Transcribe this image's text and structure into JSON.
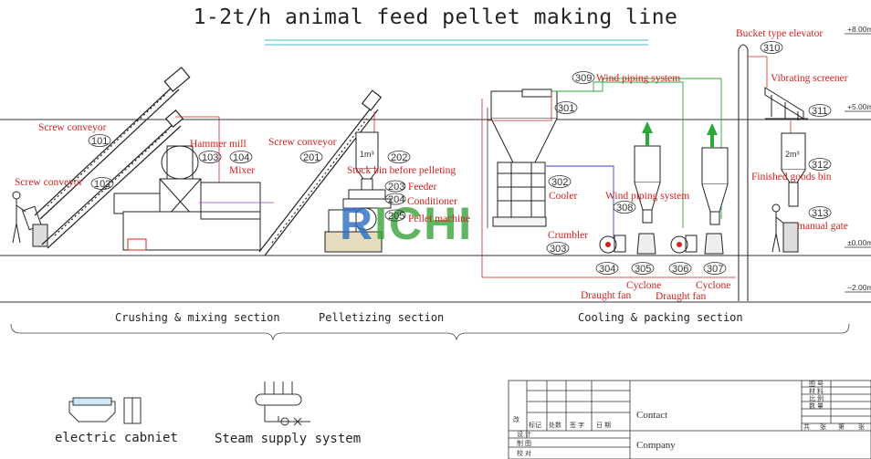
{
  "title": "1-2t/h animal feed pellet making line",
  "levels": [
    "+8.00m",
    "+5.00m",
    "±0.00m",
    "−2.00m"
  ],
  "sections": [
    "Crushing & mixing section",
    "Pelletizing section",
    "Cooling & packing section"
  ],
  "equipment": {
    "screw_conveyor_top": {
      "label": "Screw conveyor",
      "num": "101"
    },
    "screw_conveyor_low": {
      "label": "Screw conveyor",
      "num": "102"
    },
    "hammer_mill": {
      "label": "Hammer mill",
      "num": "103"
    },
    "mixer": {
      "label": "Mixer",
      "num": "104"
    },
    "screw_conveyor_pellet": {
      "label": "Screw conveyor",
      "num": "201"
    },
    "stock_bin": {
      "label": "Stock bin before pelleting",
      "num": "202",
      "volume": "1m³"
    },
    "feeder": {
      "label": "Feeder",
      "num": "203"
    },
    "conditioner": {
      "label": "Conditioner",
      "num": "204"
    },
    "pellet_machine": {
      "label": "Pellet machine",
      "num": "205"
    },
    "wind_piping_309": {
      "label": "Wind piping system",
      "num": "309"
    },
    "item_301": {
      "num": "301"
    },
    "cooler": {
      "label": "Cooler",
      "num": "302"
    },
    "crumbler": {
      "label": "Crumbler",
      "num": "303"
    },
    "draught_fan_304": {
      "label": "Draught fan",
      "num": "304"
    },
    "cyclone_305": {
      "label": "Cyclone",
      "num": "305"
    },
    "draught_fan_306": {
      "label": "Draught fan",
      "num": "306"
    },
    "cyclone_307": {
      "label": "Cyclone",
      "num": "307"
    },
    "wind_piping_308": {
      "label": "Wind piping system",
      "num": "308"
    },
    "bucket_elevator": {
      "label": "Bucket type elevator",
      "num": "310"
    },
    "vibrating_screener": {
      "label": "Vibrating screener",
      "num": "311"
    },
    "finished_bin": {
      "label": "Finished goods bin",
      "num": "312",
      "volume": "2m³"
    },
    "manual_gate": {
      "label": "manual gate",
      "num": "313"
    }
  },
  "legend": {
    "electric_cabinet": "electric cabniet",
    "steam_supply": "Steam supply system"
  },
  "title_block": {
    "contact": "Contact",
    "company": "Company",
    "revise": "改",
    "row_labels": [
      "标记",
      "处数",
      "签 字",
      "日 期"
    ],
    "left_col": [
      "设 计",
      "制 图",
      "校 对"
    ],
    "right_col": [
      "图 号",
      "材 料",
      "比 例",
      "数 量"
    ],
    "sheet": [
      "共",
      "张",
      "第",
      "张"
    ]
  },
  "watermark": {
    "text": "RICHI",
    "colors": [
      "#2a6fc4",
      "#3aa33a"
    ]
  }
}
